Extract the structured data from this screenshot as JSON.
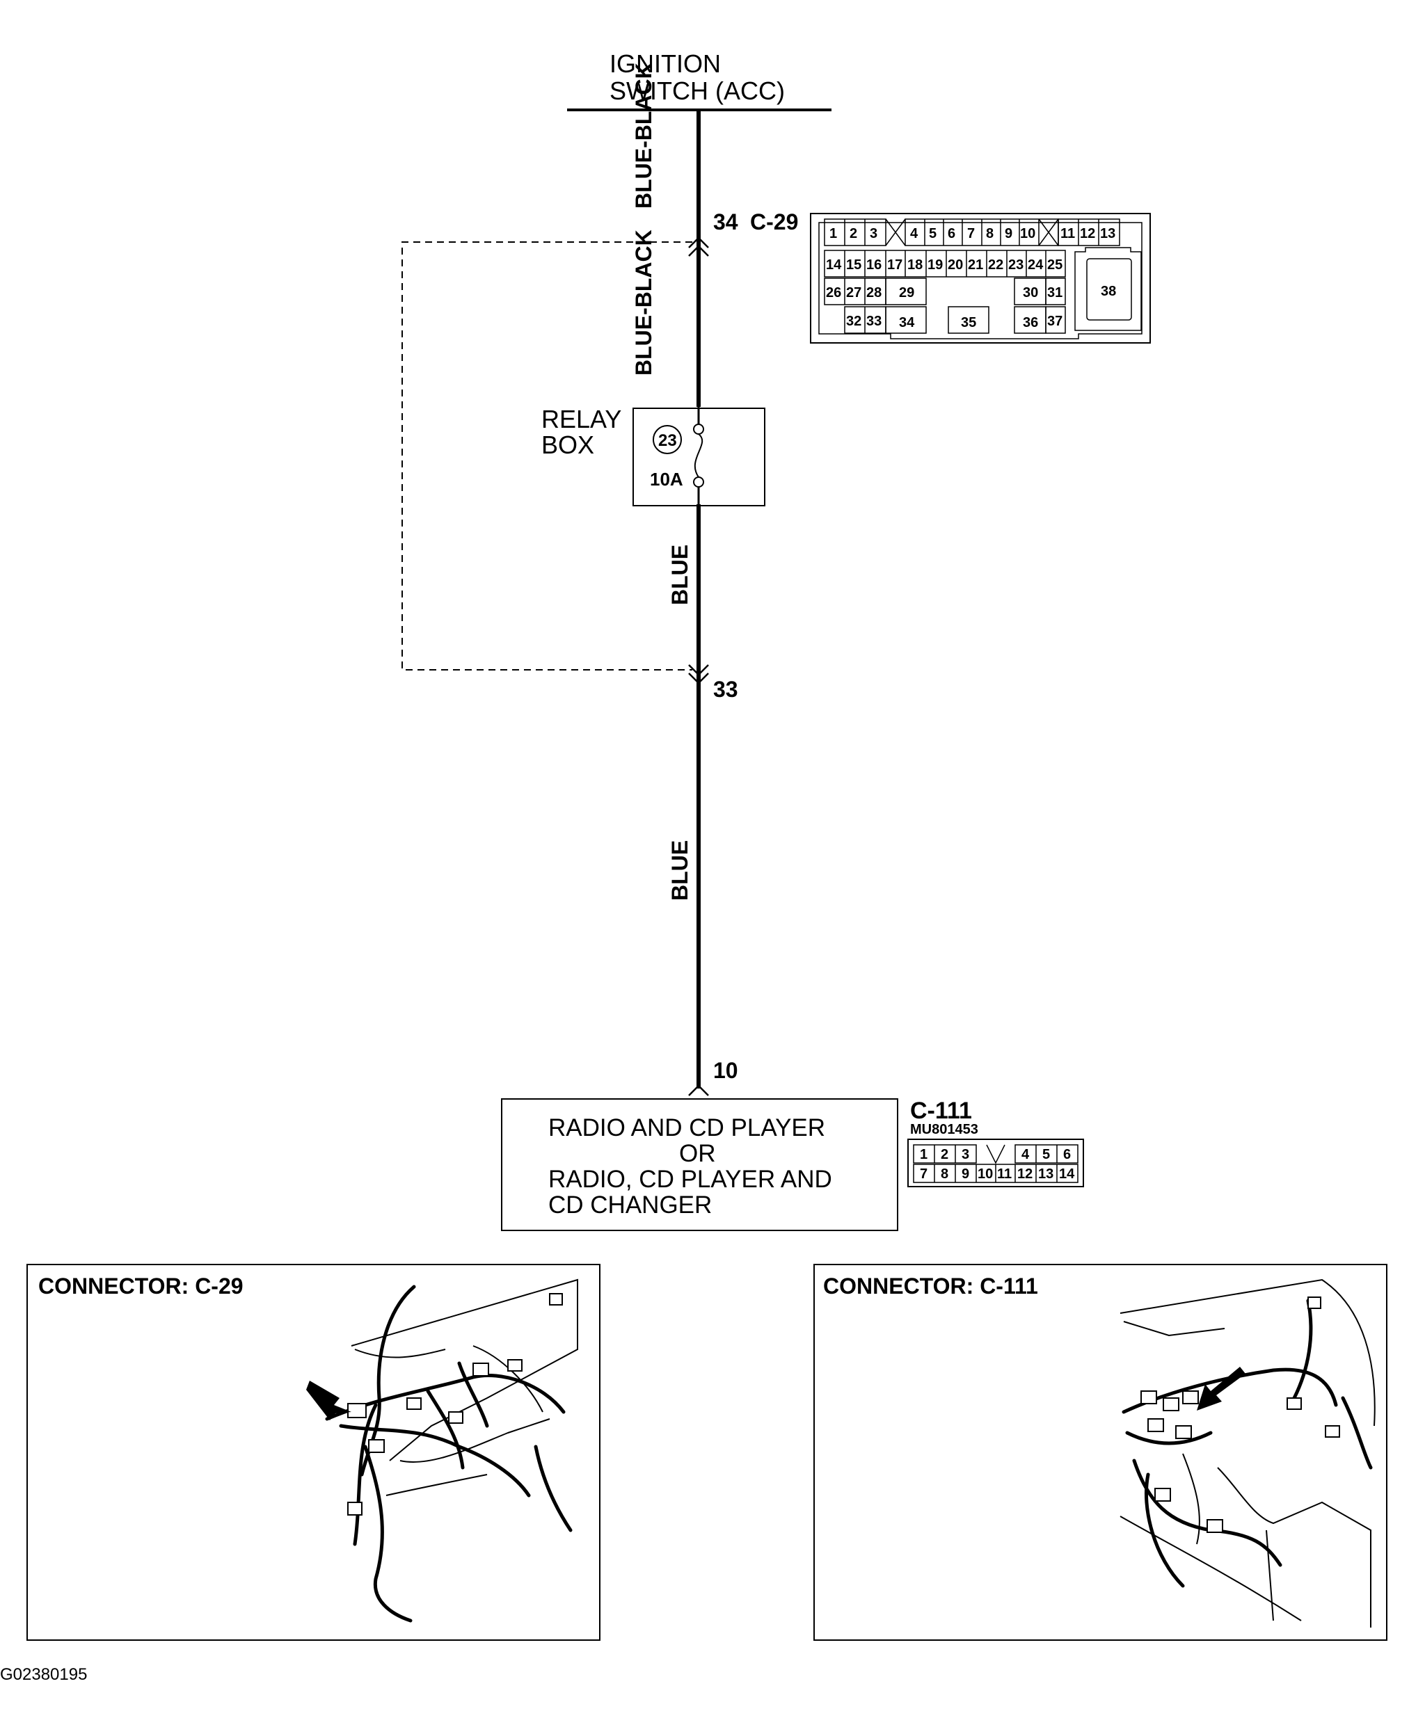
{
  "top_label": [
    "IGNITION",
    "SWITCH (ACC)"
  ],
  "wire_colors": {
    "seg1": "BLUE-BLACK",
    "seg2": "BLUE-BLACK",
    "seg3": "BLUE",
    "seg4": "BLUE"
  },
  "connector_c29": {
    "pin_label": "34",
    "name": "C-29",
    "pins_row1": [
      "1",
      "2",
      "3",
      "4",
      "5",
      "6",
      "7",
      "8",
      "9",
      "10",
      "11",
      "12",
      "13"
    ],
    "pins_row2": [
      "14",
      "15",
      "16",
      "17",
      "18",
      "19",
      "20",
      "21",
      "22",
      "23",
      "24",
      "25"
    ],
    "pins_row3": [
      "26",
      "27",
      "28",
      "29",
      "30",
      "31",
      "38"
    ],
    "pins_row4": [
      "32",
      "33",
      "34",
      "35",
      "36",
      "37"
    ]
  },
  "relay_box": {
    "label": [
      "RELAY",
      "BOX"
    ],
    "fuse_number": "23",
    "fuse_rating": "10A"
  },
  "pin_33": "33",
  "pin_10": "10",
  "device_box": {
    "lines": [
      "RADIO AND CD PLAYER",
      "OR",
      "RADIO, CD PLAYER AND",
      "CD CHANGER"
    ]
  },
  "connector_c111": {
    "name": "C-111",
    "part_number": "MU801453",
    "pins_row1": [
      "1",
      "2",
      "3",
      "4",
      "5",
      "6"
    ],
    "pins_row2": [
      "7",
      "8",
      "9",
      "10",
      "11",
      "12",
      "13",
      "14"
    ]
  },
  "panel_left": {
    "title": "CONNECTOR: C-29"
  },
  "panel_right": {
    "title": "CONNECTOR: C-111"
  },
  "figure_code": "G02380195"
}
